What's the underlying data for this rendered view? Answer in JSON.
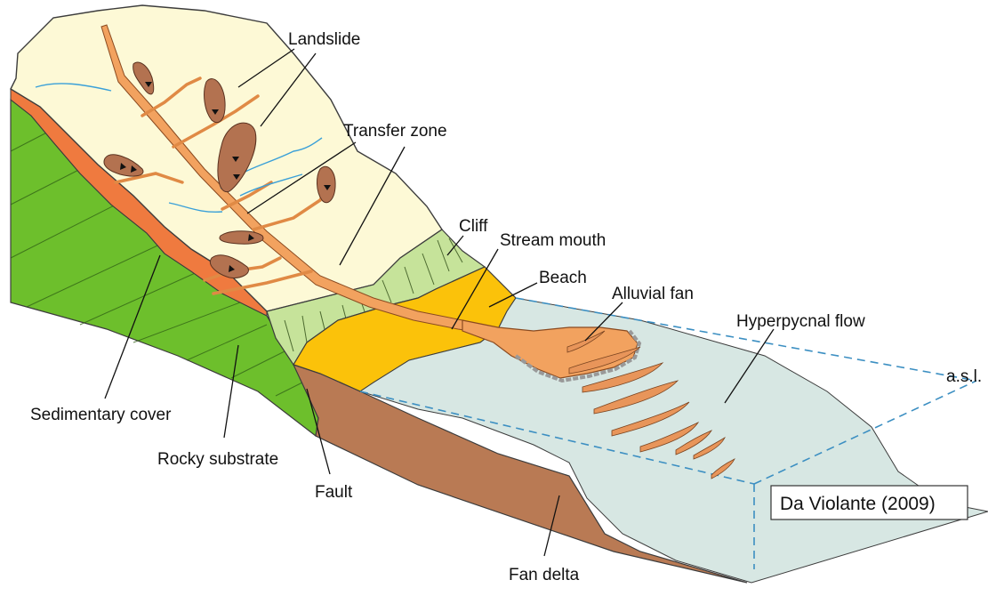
{
  "diagram": {
    "labels": {
      "landslide": "Landslide",
      "transfer_zone": "Transfer zone",
      "cliff": "Cliff",
      "stream_mouth": "Stream mouth",
      "beach": "Beach",
      "alluvial_fan": "Alluvial fan",
      "hyperpycnal_flow": "Hyperpycnal flow",
      "asl": "a.s.l.",
      "sedimentary_cover": "Sedimentary cover",
      "rocky_substrate": "Rocky substrate",
      "fault": "Fault",
      "fan_delta": "Fan delta"
    },
    "credit": "Da Violante (2009)"
  },
  "colors": {
    "upland": "#fdf9d6",
    "bedrock": "#6dbf2c",
    "sedimentary_cover": "#ef7a3f",
    "cliff": "#c6e39a",
    "beach": "#fbc20a",
    "channel_fan": "#f2a25f",
    "sea": "#d7e7e3",
    "fan_delta": "#b97a54",
    "landslide": "#b37250",
    "drainage": "#3aa0d8",
    "sea_level_line": "#3c8fc2"
  }
}
